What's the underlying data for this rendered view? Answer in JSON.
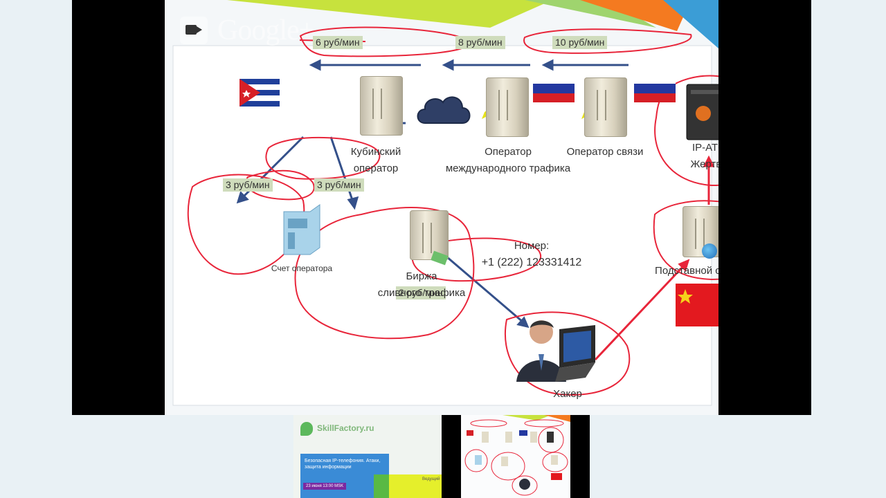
{
  "app": {
    "logo_text": "Google+"
  },
  "slide": {
    "prices": {
      "p1": "6 руб/мин",
      "p2": "8 руб/мин",
      "p3": "10 руб/мин",
      "p4": "3 руб/мин",
      "p5": "3 руб/мин",
      "p6": "2 руб/мин"
    },
    "labels": {
      "cuban_operator_1": "Кубинский",
      "cuban_operator_2": "оператор",
      "intl_operator_1": "Оператор",
      "intl_operator_2": "международного трафика",
      "carrier": "Оператор связи",
      "pbx_1": "IP-АТС",
      "pbx_2": "Жертва",
      "account": "Счет оператора",
      "exchange_1": "Биржа",
      "exchange_2": "сливного трафика",
      "number_1": "Номер:",
      "number_2": "+1 (222) 123331412",
      "proxy": "Подставной сервер",
      "hacker": "Хакер"
    }
  },
  "thumbnails": [
    {
      "brand": "SkillFactory.ru",
      "title": "Безопасная IP-телефония. Атаки, защита информации",
      "badge": "23 июня 13:00 MSK",
      "presenter": "Ведущий"
    },
    {
      "caption": ""
    }
  ],
  "colors": {
    "annotation": "#e8253a",
    "arrow": "#34508a"
  }
}
